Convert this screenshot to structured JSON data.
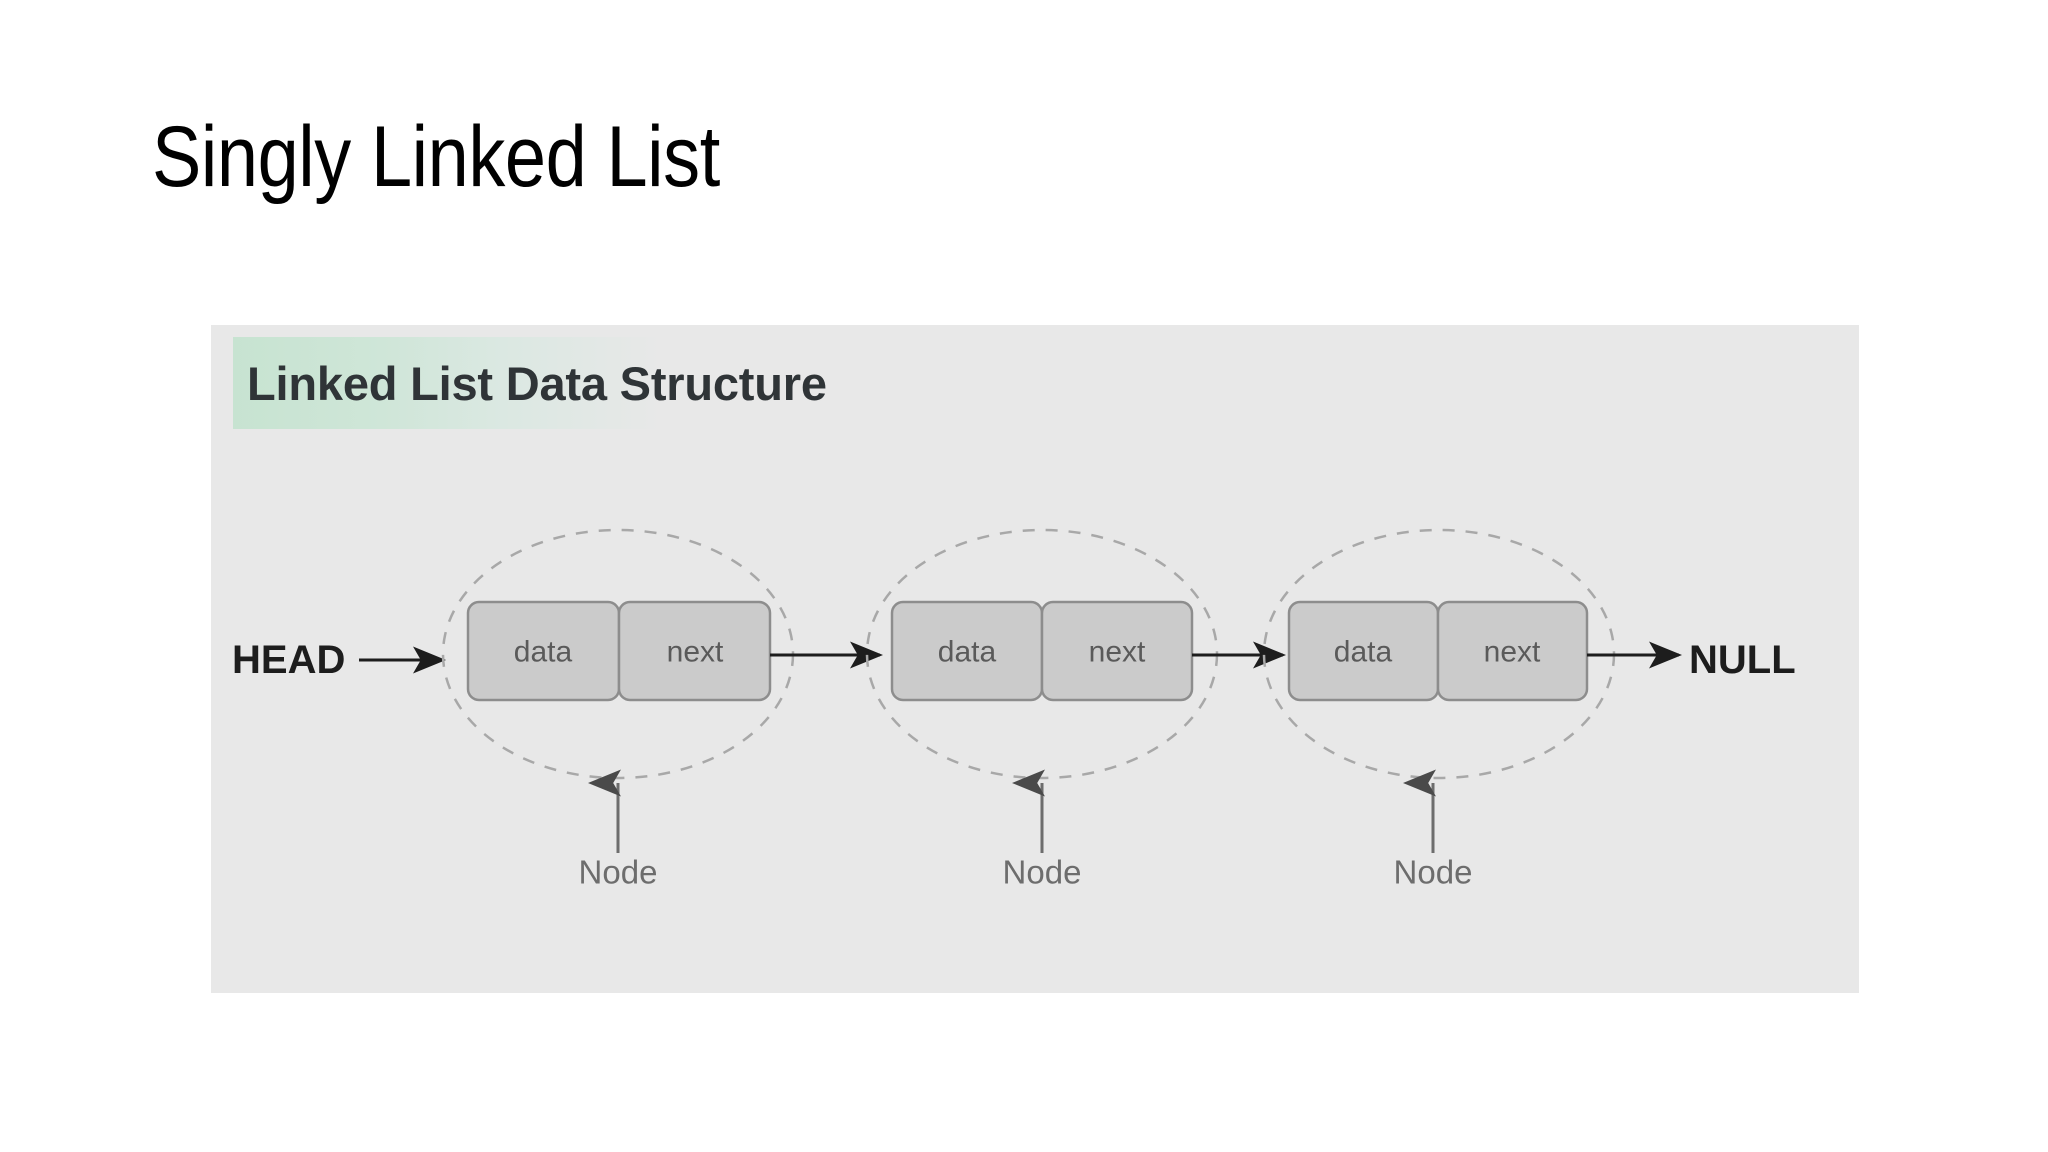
{
  "slide": {
    "title": "Singly Linked List",
    "background_color": "#ffffff"
  },
  "diagram": {
    "title": "Linked List Data Structure",
    "panel_background": "#e8e8e8",
    "title_highlight_color": "#c7e3d1",
    "head_label": "HEAD",
    "null_label": "NULL",
    "node_box_fill": "#cbcbcb",
    "node_box_stroke": "#8d8d8d",
    "node_outline_stroke": "#a8a8a8",
    "arrow_color": "#1d1d1d",
    "nodes": [
      {
        "data_label": "data",
        "next_label": "next",
        "caption": "Node"
      },
      {
        "data_label": "data",
        "next_label": "next",
        "caption": "Node"
      },
      {
        "data_label": "data",
        "next_label": "next",
        "caption": "Node"
      }
    ]
  }
}
